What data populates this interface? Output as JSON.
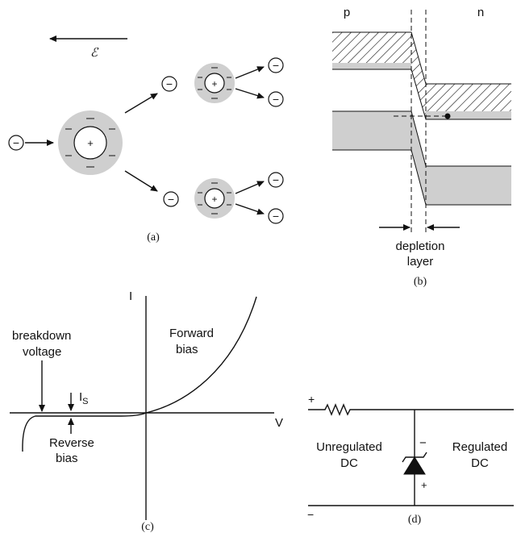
{
  "panel_a": {
    "caption": "(a)",
    "field_symbol": "ℰ",
    "electron_sign": "−",
    "ion_sign": "+"
  },
  "panel_b": {
    "caption": "(b)",
    "p_label": "p",
    "n_label": "n",
    "depletion_line1": "depletion",
    "depletion_line2": "layer"
  },
  "panel_c": {
    "caption": "(c)",
    "i_axis_label": "I",
    "v_axis_label": "V",
    "breakdown_line1": "breakdown",
    "breakdown_line2": "voltage",
    "forward_line1": "Forward",
    "forward_line2": "bias",
    "is_main": "I",
    "is_sub": "S",
    "reverse_line1": "Reverse",
    "reverse_line2": "bias"
  },
  "panel_d": {
    "caption": "(d)",
    "plus_top": "+",
    "minus_bottom": "−",
    "unreg_line1": "Unregulated",
    "unreg_line2": "DC",
    "reg_line1": "Regulated",
    "reg_line2": "DC",
    "diode_minus": "−",
    "diode_plus": "+"
  }
}
